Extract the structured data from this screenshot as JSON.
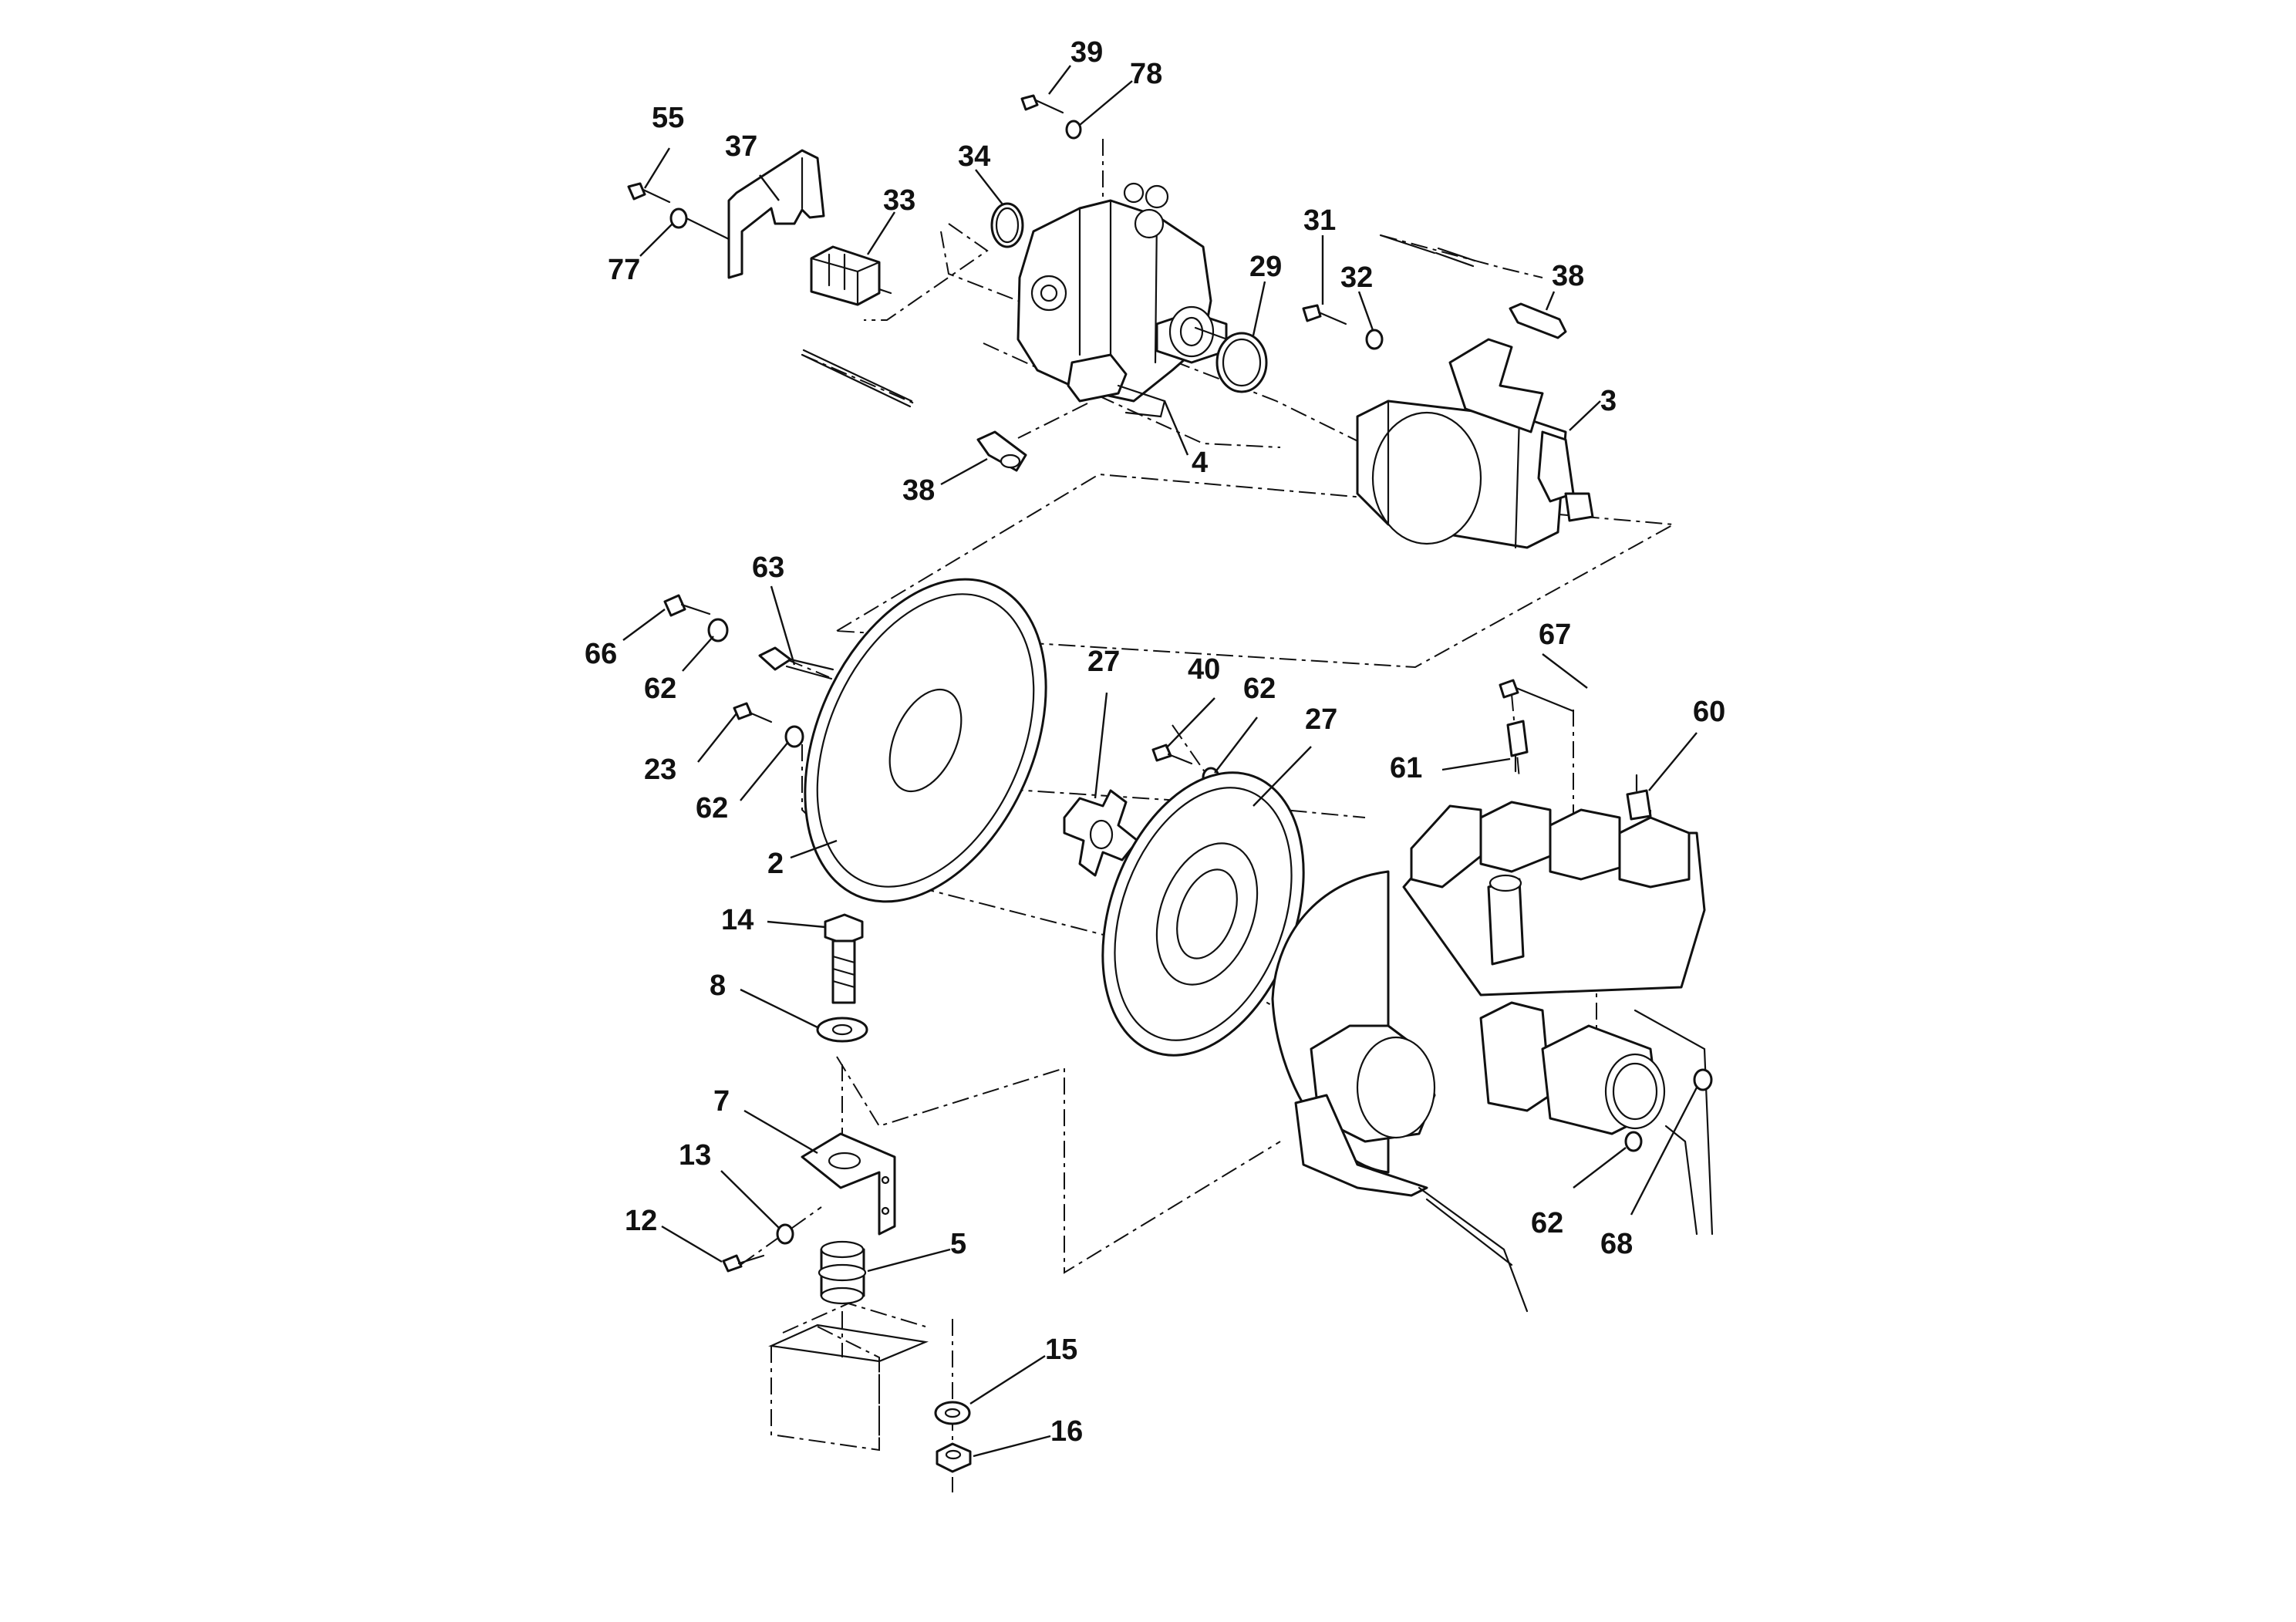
{
  "diagram": {
    "labels": {
      "l55": "55",
      "l37": "37",
      "l77": "77",
      "l33": "33",
      "l34": "34",
      "l39": "39",
      "l78": "78",
      "l31": "31",
      "l32": "32",
      "l29": "29",
      "l38a": "38",
      "l3": "3",
      "l4": "4",
      "l38b": "38",
      "l63": "63",
      "l66": "66",
      "l62a": "62",
      "l23": "23",
      "l62b": "62",
      "l2": "2",
      "l27a": "27",
      "l40": "40",
      "l62c": "62",
      "l27b": "27",
      "l67": "67",
      "l61": "61",
      "l60": "60",
      "l14": "14",
      "l8": "8",
      "l7": "7",
      "l13": "13",
      "l12": "12",
      "l5": "5",
      "l15": "15",
      "l16": "16",
      "l62d": "62",
      "l68": "68"
    }
  }
}
